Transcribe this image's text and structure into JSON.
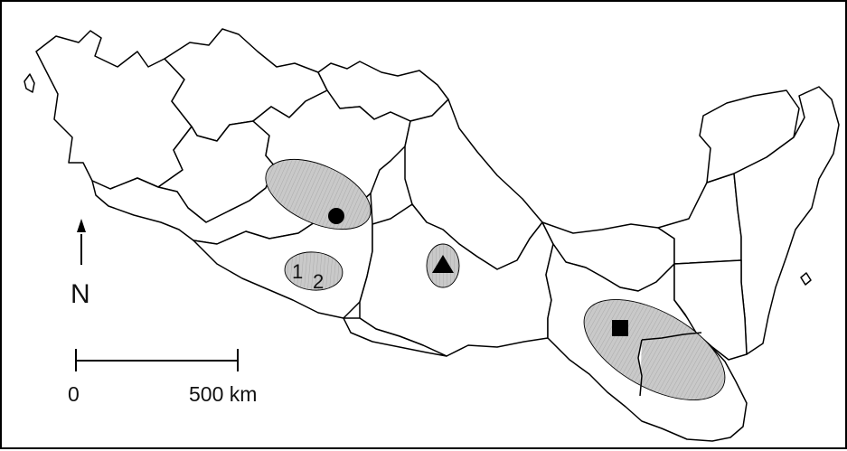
{
  "map": {
    "north_label": "N",
    "scale": {
      "start_label": "0",
      "end_label": "500 km"
    },
    "zone_numbers": [
      "1",
      "2"
    ],
    "markers": [
      "circle",
      "triangle",
      "square"
    ],
    "colors": {
      "land": "#ffffff",
      "boundary": "#000000",
      "shaded_area": "#c9c9c9"
    }
  }
}
